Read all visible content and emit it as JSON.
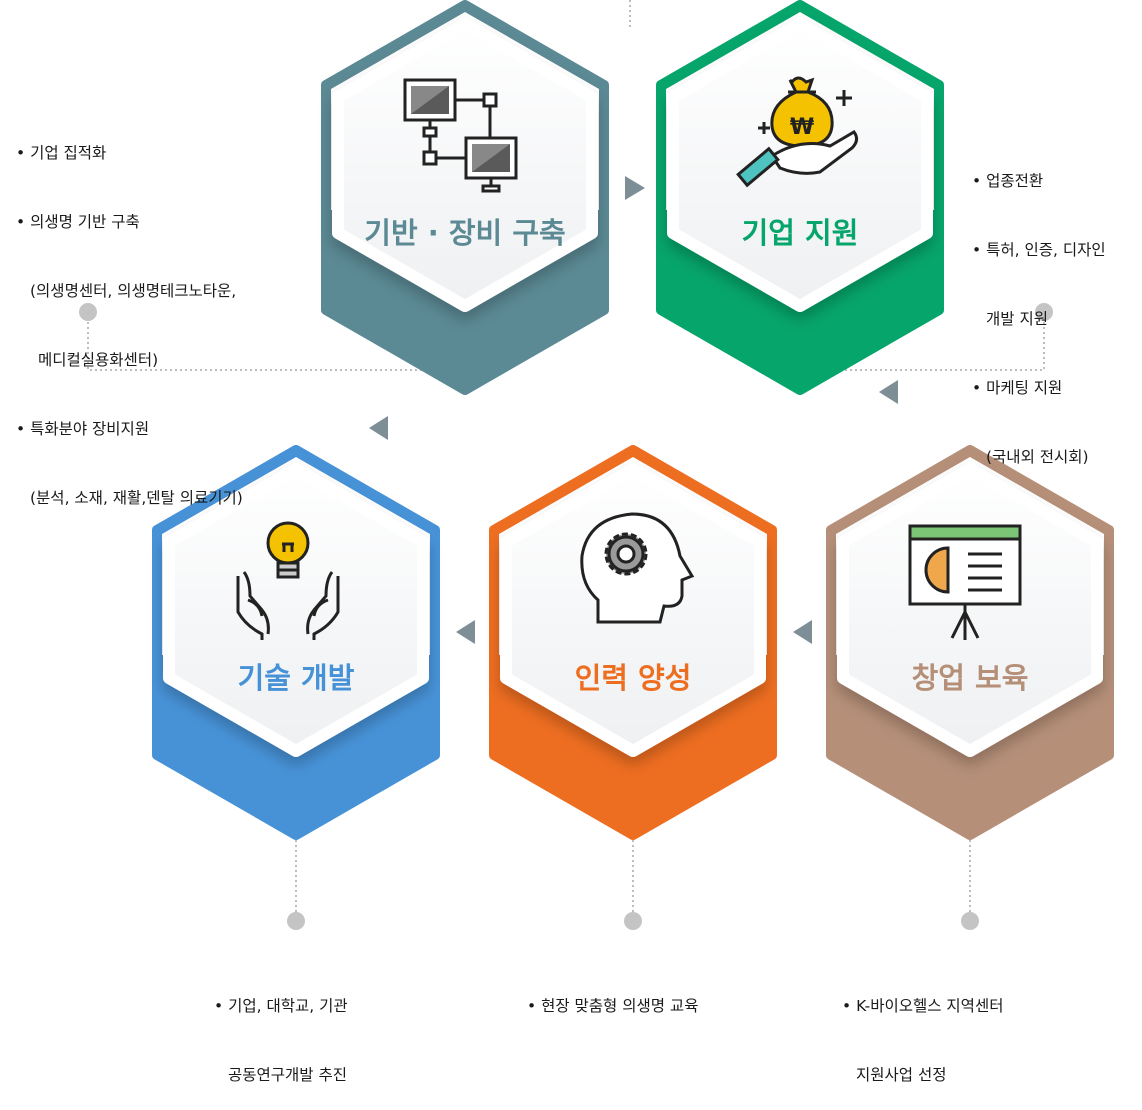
{
  "colors": {
    "infra": "#5b8994",
    "company": "#06a56b",
    "tech": "#4792d7",
    "talent": "#ee6e21",
    "startup": "#b58f78",
    "arrow": "#7d8e96",
    "dot": "#c4c4c4"
  },
  "hexagons": {
    "infra": {
      "title": "기반 · 장비 구축",
      "icon": "network-monitors-icon"
    },
    "company": {
      "title": "기업 지원",
      "icon": "money-bag-hand-icon"
    },
    "tech": {
      "title": "기술 개발",
      "icon": "lightbulb-hands-icon"
    },
    "talent": {
      "title": "인력 양성",
      "icon": "head-gear-icon"
    },
    "startup": {
      "title": "창업 보육",
      "icon": "presentation-board-icon"
    }
  },
  "notes": {
    "infra": [
      {
        "text": "• 기업 집적화"
      },
      {
        "text": "• 의생명 기반 구축"
      },
      {
        "text": "(의생명센터, 의생명테크노타운,",
        "sub": true
      },
      {
        "text": "메디컬실용화센터)",
        "sub2": true
      },
      {
        "text": "• 특화분야 장비지원"
      },
      {
        "text": "(분석, 소재, 재활,덴탈 의료기기)",
        "sub": true
      }
    ],
    "company": [
      {
        "text": "• 업종전환"
      },
      {
        "text": "• 특허, 인증, 디자인"
      },
      {
        "text": "개발 지원",
        "sub": true
      },
      {
        "text": "• 마케팅 지원"
      },
      {
        "text": "(국내외 전시회)",
        "sub": true
      }
    ],
    "tech": [
      {
        "text": "• 기업, 대학교, 기관"
      },
      {
        "text": "공동연구개발 추진",
        "sub": true
      }
    ],
    "talent": [
      {
        "text": "• 현장 맞춤형 의생명 교육"
      }
    ],
    "startup": [
      {
        "text": "• K-바이오헬스 지역센터"
      },
      {
        "text": "지원사업 선정",
        "sub": true
      }
    ]
  }
}
